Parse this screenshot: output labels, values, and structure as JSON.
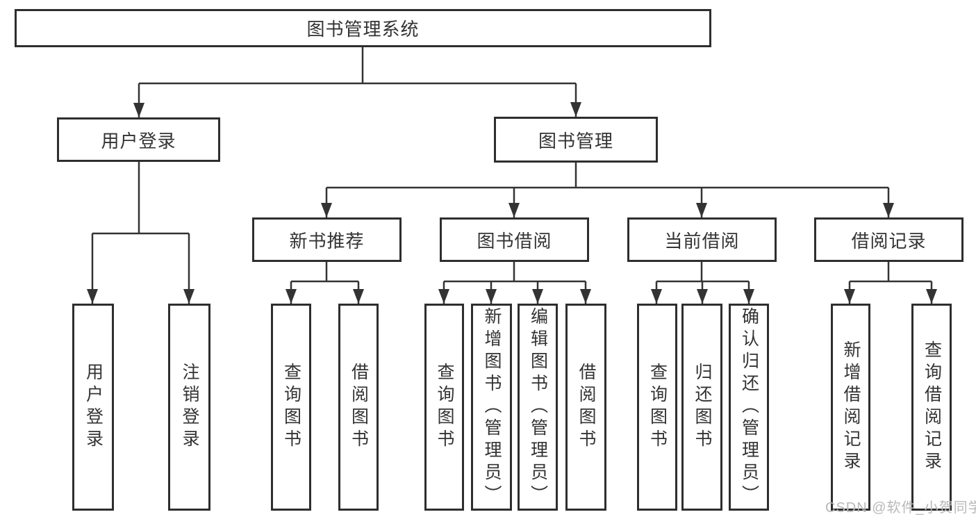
{
  "colors": {
    "line": "#333333",
    "box_border": "#2e2e2e",
    "text": "#333333",
    "watermark": "#b8b8b8",
    "background": "#ffffff"
  },
  "tree": {
    "root": {
      "label": "图书管理系统"
    },
    "branches": [
      {
        "label": "用户登录",
        "children": [
          {
            "label": "用户登录"
          },
          {
            "label": "注销登录"
          }
        ]
      },
      {
        "label": "图书管理",
        "groups": [
          {
            "label": "新书推荐",
            "children": [
              {
                "label": "查询图书"
              },
              {
                "label": "借阅图书"
              }
            ]
          },
          {
            "label": "图书借阅",
            "children": [
              {
                "label": "查询图书"
              },
              {
                "label": "新增图书（管理员）"
              },
              {
                "label": "编辑图书（管理员）"
              },
              {
                "label": "借阅图书"
              }
            ]
          },
          {
            "label": "当前借阅",
            "children": [
              {
                "label": "查询图书"
              },
              {
                "label": "归还图书"
              },
              {
                "label": "确认归还（管理员）"
              }
            ]
          },
          {
            "label": "借阅记录",
            "children": [
              {
                "label": "新增借阅记录"
              },
              {
                "label": "查询借阅记录"
              }
            ]
          }
        ]
      }
    ]
  },
  "watermark": {
    "text": "CSDN @软件_小贺同学"
  }
}
